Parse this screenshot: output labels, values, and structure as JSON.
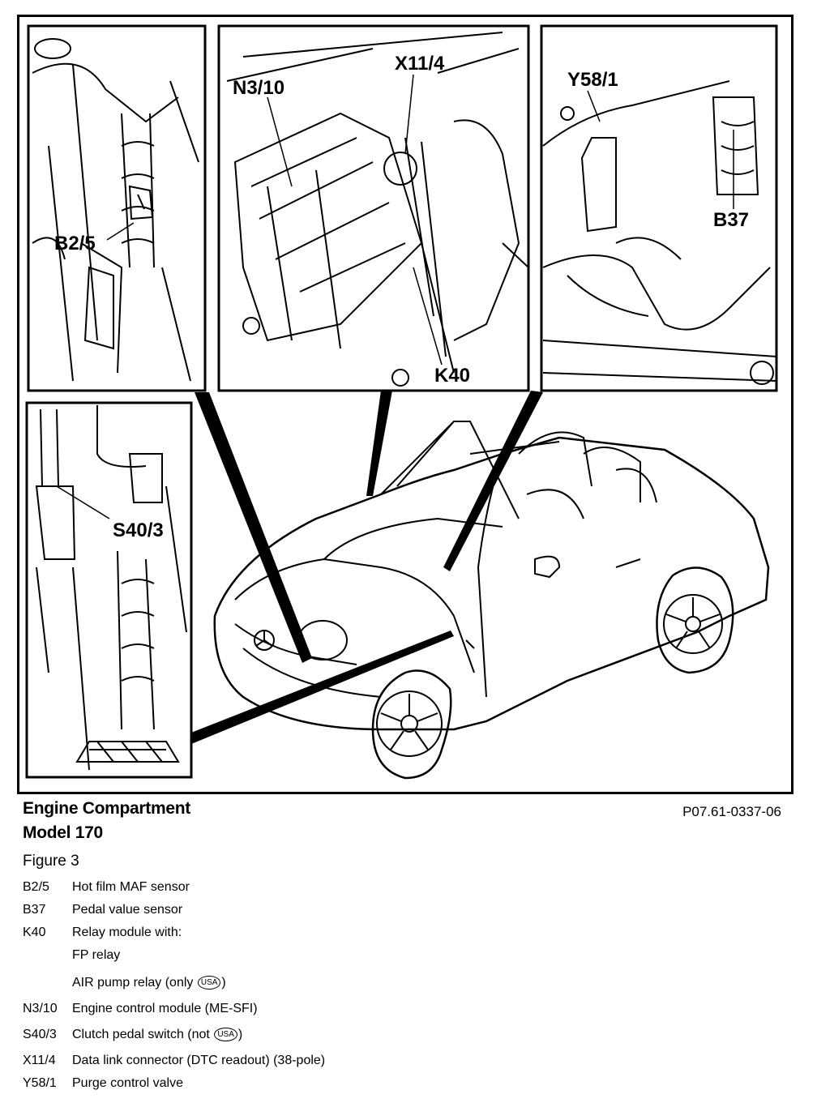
{
  "callouts": {
    "b2_5": "B2/5",
    "n3_10": "N3/10",
    "x11_4": "X11/4",
    "y58_1": "Y58/1",
    "b37": "B37",
    "k40": "K40",
    "s40_3": "S40/3"
  },
  "caption": {
    "title_line1": "Engine Compartment",
    "title_line2": "Model 170",
    "figure_label": "Figure 3",
    "figure_number": "P07.61-0337-06"
  },
  "legend": [
    {
      "code": "B2/5",
      "text": "Hot film MAF sensor"
    },
    {
      "code": "B37",
      "text": "Pedal value sensor"
    },
    {
      "code": "K40",
      "text": "Relay module with:"
    },
    {
      "code": "",
      "text": "FP relay"
    },
    {
      "code": "",
      "text": "AIR pump relay (only",
      "badge": "USA",
      "after": ")"
    },
    {
      "code": "N3/10",
      "text": "Engine control module (ME-SFI)"
    },
    {
      "code": "S40/3",
      "text": "Clutch pedal switch (not",
      "badge": "USA",
      "after": ")"
    },
    {
      "code": "X11/4",
      "text": "Data link connector (DTC readout) (38-pole)"
    },
    {
      "code": "Y58/1",
      "text": "Purge control valve"
    }
  ]
}
